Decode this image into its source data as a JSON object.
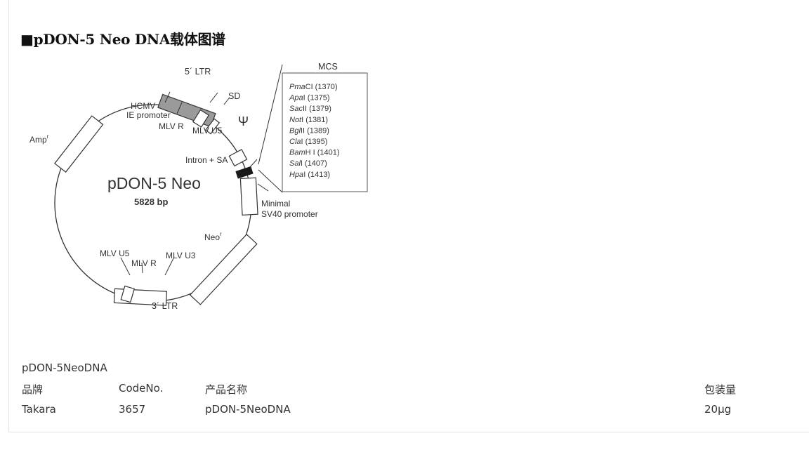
{
  "page": {
    "title": "■pDON-5 Neo DNA载体图谱",
    "caption": "pDON-5NeoDNA"
  },
  "diagram": {
    "plasmid_name": "pDON-5 Neo",
    "plasmid_size": "5828 bp",
    "labels": {
      "ltr5": "5´ LTR",
      "hcmv_line1": "HCMV",
      "hcmv_line2": "IE promoter",
      "mlv_r_top": "MLV R",
      "mlv_u5_top": "MLV U5",
      "sd": "SD",
      "psi": "Ψ",
      "intron": "Intron + SA",
      "minimal_line1": "Minimal",
      "minimal_line2": "SV40 promoter",
      "neo": "Neo",
      "neo_sup": "r",
      "amp": "Amp",
      "amp_sup": "r",
      "mlv_u5_bottom": "MLV U5",
      "mlv_r_bottom": "MLV R",
      "mlv_u3": "MLV U3",
      "ltr3": "3´ LTR"
    },
    "mcs": {
      "title": "MCS",
      "sites": [
        {
          "enzyme": "Pma",
          "suffix": "CI",
          "position": "(1370)"
        },
        {
          "enzyme": "Apa",
          "suffix": "I",
          "position": "(1375)"
        },
        {
          "enzyme": "Sac",
          "suffix": "II",
          "position": "(1379)"
        },
        {
          "enzyme": "Not",
          "suffix": "I",
          "position": "(1381)"
        },
        {
          "enzyme": "Bgl",
          "suffix": "II",
          "position": "(1389)"
        },
        {
          "enzyme": "Cla",
          "suffix": "I",
          "position": "(1395)"
        },
        {
          "enzyme": "Bam",
          "suffix": "H I",
          "position": "(1401)"
        },
        {
          "enzyme": "Sal",
          "suffix": "I",
          "position": "(1407)"
        },
        {
          "enzyme": "Hpa",
          "suffix": "I",
          "position": "(1413)"
        }
      ]
    },
    "colors": {
      "ltr_fill": "#9a9a9a",
      "mcs_fill": "#1a1a1a",
      "line": "#333333"
    }
  },
  "spec_table": {
    "headers": [
      "品牌",
      "CodeNo.",
      "产品名称",
      "包装量"
    ],
    "rows": [
      [
        "Takara",
        "3657",
        "pDON-5NeoDNA",
        "20μg"
      ]
    ]
  }
}
